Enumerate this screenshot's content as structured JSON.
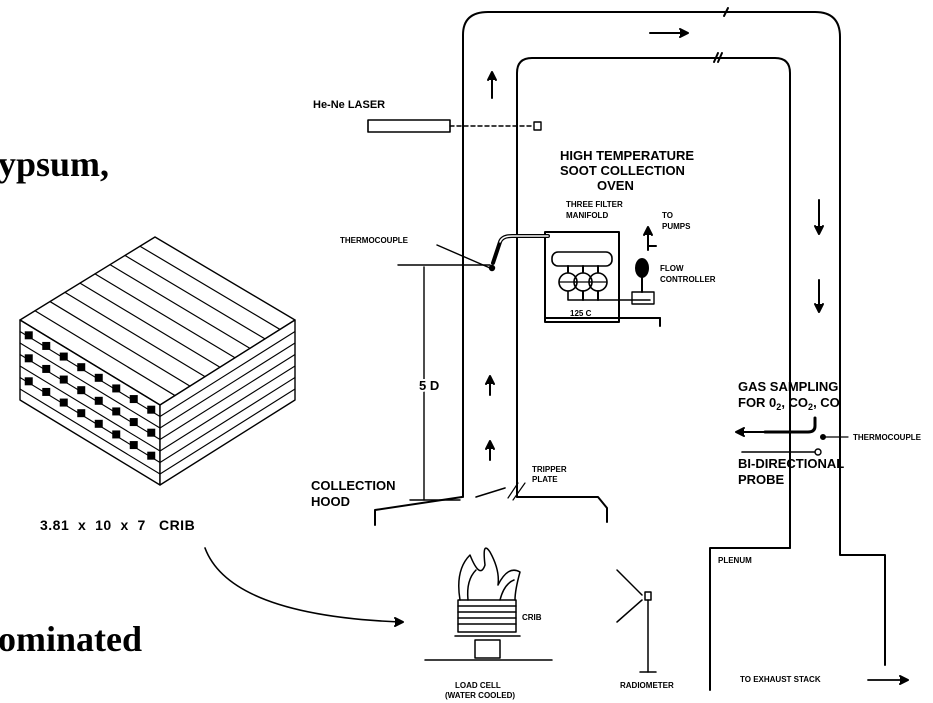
{
  "slide": {
    "text_top": "ypsum,",
    "text_bottom": "ominated"
  },
  "diagram": {
    "laser": "He-Ne LASER",
    "oven_title": [
      "HIGH TEMPERATURE",
      "SOOT COLLECTION",
      "OVEN"
    ],
    "filter_manifold": [
      "THREE FILTER",
      "MANIFOLD"
    ],
    "to_pumps": [
      "TO",
      "PUMPS"
    ],
    "flow_controller": [
      "FLOW",
      "CONTROLLER"
    ],
    "oven_temp": "125 C",
    "thermocouple_left": "THERMOCOUPLE",
    "thermocouple_right": "THERMOCOUPLE",
    "distance": "5 D",
    "gas_sampling": [
      "GAS SAMPLING",
      "FOR 0",
      "2",
      ", CO",
      "2",
      ", CO"
    ],
    "probe": [
      "BI-DIRECTIONAL",
      "PROBE"
    ],
    "collection_hood": [
      "COLLECTION",
      "HOOD"
    ],
    "tripper_plate": [
      "TRIPPER",
      "PLATE"
    ],
    "crib_label": "3.81  x  10  x  7   CRIB",
    "crib_small": "CRIB",
    "load_cell": [
      "LOAD CELL",
      "(WATER COOLED)"
    ],
    "radiometer": "RADIOMETER",
    "plenum": "PLENUM",
    "exhaust": "TO EXHAUST STACK"
  }
}
